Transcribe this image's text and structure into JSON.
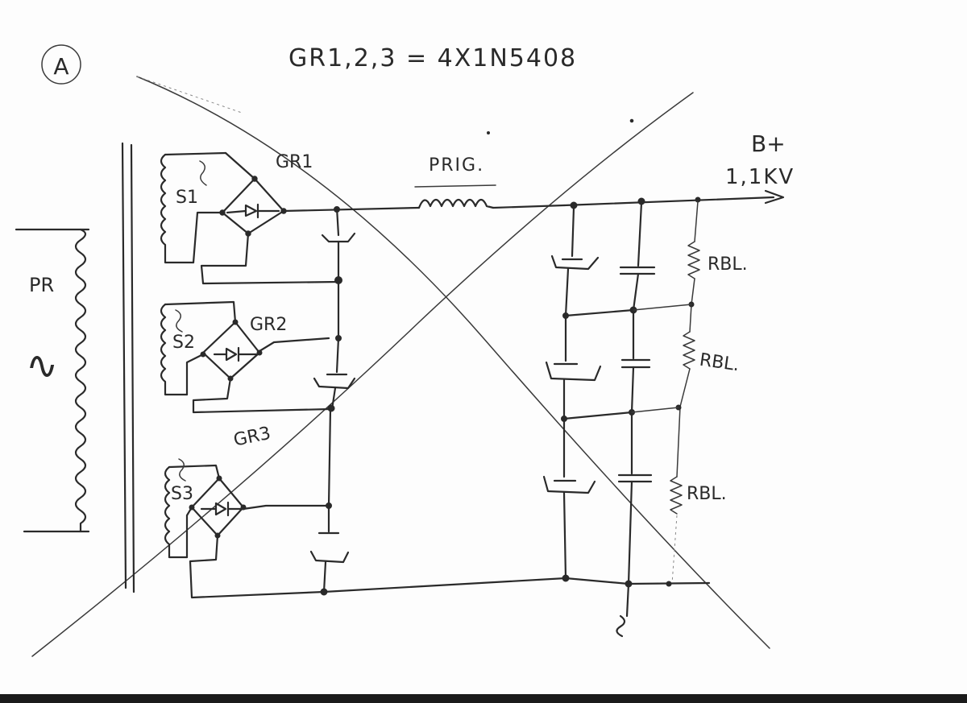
{
  "sheet": {
    "marker": "A",
    "title": "GR1,2,3 = 4X1N5408"
  },
  "labels": {
    "primary": "PR",
    "ac_symbol": "∿",
    "s1": "S1",
    "s2": "S2",
    "s3": "S3",
    "gr1": "GR1",
    "gr2": "GR2",
    "gr3": "GR3",
    "choke": "PRIG.",
    "output_line1": "B+",
    "output_line2": "1,1KV",
    "rbl1": "RBL.",
    "rbl2": "RBL.",
    "rbl3": "RBL."
  }
}
